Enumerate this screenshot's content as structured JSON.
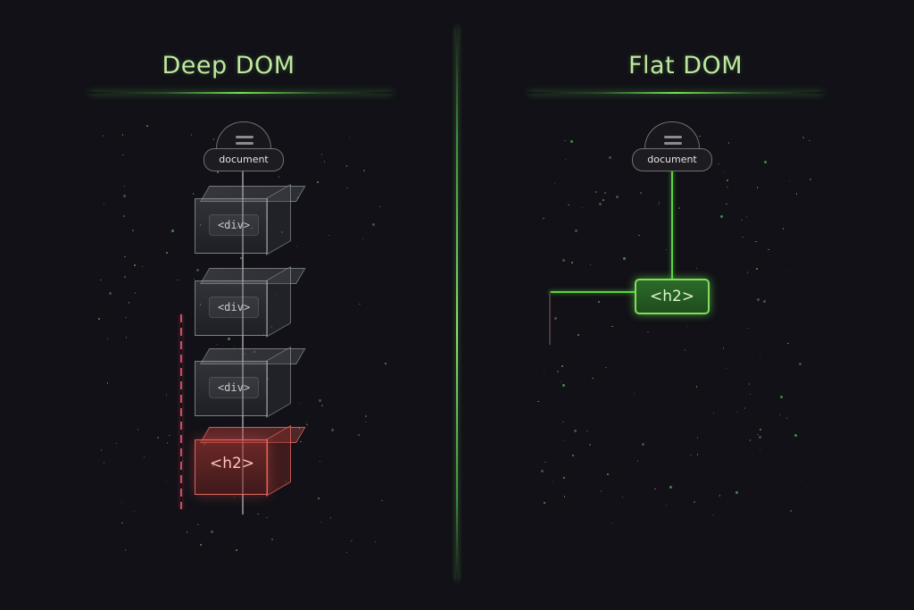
{
  "diagram": {
    "left_panel": {
      "title": "Deep DOM",
      "root_label": "document",
      "nodes": [
        "<div>",
        "<div>",
        "<div>",
        "<h2>"
      ],
      "highlight_node": "<h2>",
      "highlight_color": "#e0584f",
      "depth_indicator_color": "#d24b63"
    },
    "right_panel": {
      "title": "Flat DOM",
      "root_label": "document",
      "nodes": [
        "<h2>"
      ],
      "highlight_node": "<h2>",
      "highlight_color": "#7fe05a"
    },
    "divider_color": "#8fe070",
    "title_color": "#bfe8a0",
    "background_color": "#111117"
  }
}
